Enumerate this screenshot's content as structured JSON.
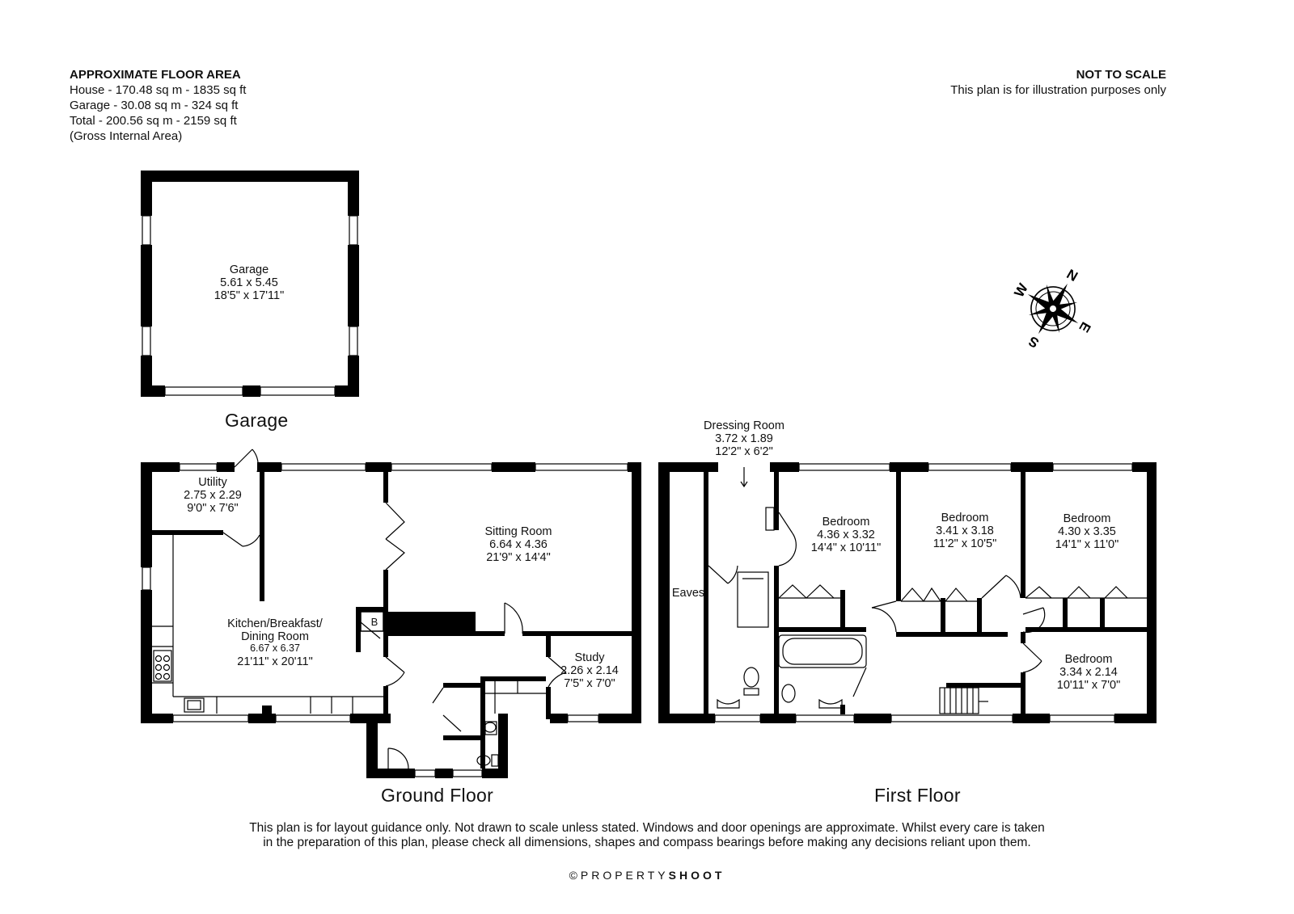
{
  "header": {
    "area_title": "APPROXIMATE FLOOR AREA",
    "house": "House - 170.48 sq m - 1835 sq ft",
    "garage": "Garage - 30.08 sq m - 324 sq ft",
    "total": "Total - 200.56 sq m - 2159 sq ft",
    "gia": "(Gross Internal Area)",
    "scale_title": "NOT TO SCALE",
    "scale_note": "This plan is for illustration purposes only"
  },
  "floors": {
    "garage": "Garage",
    "ground": "Ground Floor",
    "first": "First Floor"
  },
  "rooms": {
    "garage": {
      "name": "Garage",
      "metric": "5.61 x 5.45",
      "imperial": "18'5\" x 17'11\""
    },
    "utility": {
      "name": "Utility",
      "metric": "2.75 x 2.29",
      "imperial": "9'0\" x 7'6\""
    },
    "kitchen": {
      "name": "Kitchen/Breakfast/",
      "name2": "Dining Room",
      "metric": "6.67 x 6.37",
      "imperial": "21'11\" x 20'11\""
    },
    "sitting": {
      "name": "Sitting Room",
      "metric": "6.64 x 4.36",
      "imperial": "21'9\" x 14'4\""
    },
    "study": {
      "name": "Study",
      "metric": "2.26 x 2.14",
      "imperial": "7'5\" x 7'0\""
    },
    "boiler": "B",
    "dressing": {
      "name": "Dressing Room",
      "metric": "3.72 x 1.89",
      "imperial": "12'2\" x 6'2\""
    },
    "eaves": "Eaves",
    "bed1": {
      "name": "Bedroom",
      "metric": "4.36 x 3.32",
      "imperial": "14'4\" x 10'11\""
    },
    "bed2": {
      "name": "Bedroom",
      "metric": "3.41 x 3.18",
      "imperial": "11'2\" x 10'5\""
    },
    "bed3": {
      "name": "Bedroom",
      "metric": "4.30 x 3.35",
      "imperial": "14'1\" x 11'0\""
    },
    "bed4": {
      "name": "Bedroom",
      "metric": "3.34 x 2.14",
      "imperial": "10'11\" x 7'0\""
    }
  },
  "compass": {
    "n": "N",
    "e": "E",
    "s": "S",
    "w": "W"
  },
  "footer": {
    "disclaimer_1": "This plan is for layout guidance only. Not drawn to scale unless stated. Windows and door openings are approximate. Whilst every care is taken",
    "disclaimer_2": "in the preparation of this plan, please check all dimensions, shapes and compass bearings before making any decisions reliant upon them.",
    "copyright_light": "©PROPERTY",
    "copyright_bold": "SHOOT"
  },
  "colors": {
    "wall": "#000000",
    "background": "#ffffff"
  }
}
